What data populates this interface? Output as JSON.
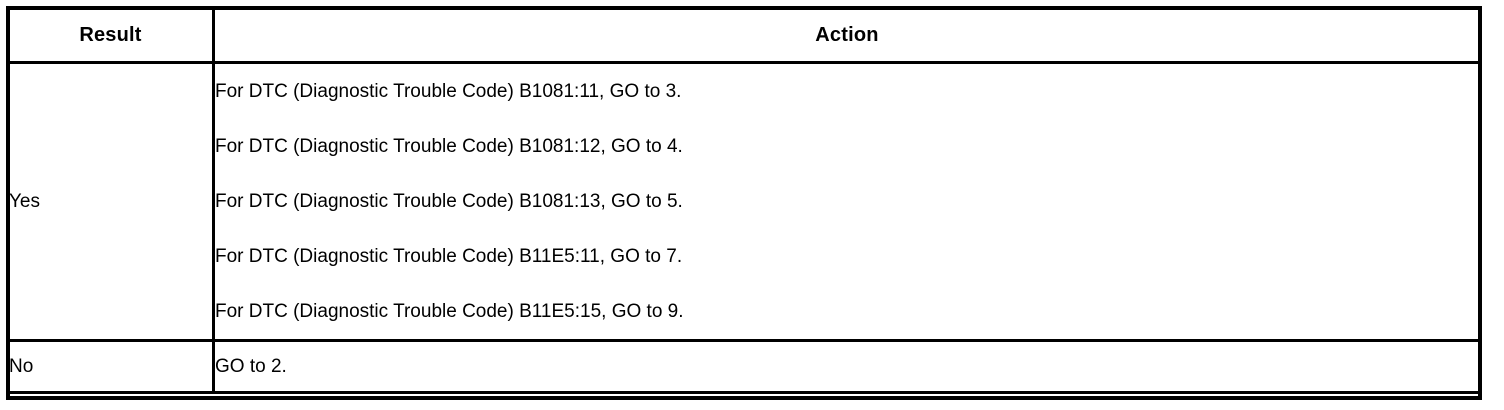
{
  "table": {
    "columns": [
      {
        "key": "result",
        "label": "Result",
        "align": "center"
      },
      {
        "key": "action",
        "label": "Action",
        "align": "center"
      }
    ],
    "rows": [
      {
        "result": "Yes",
        "action_lines": [
          "For DTC (Diagnostic Trouble Code) B1081:11, GO to 3.",
          "For DTC (Diagnostic Trouble Code) B1081:12, GO to 4.",
          "For DTC (Diagnostic Trouble Code) B1081:13, GO to 5.",
          "For DTC (Diagnostic Trouble Code) B11E5:11, GO to 7.",
          "For DTC (Diagnostic Trouble Code) B11E5:15, GO to 9."
        ]
      },
      {
        "result": "No",
        "action_lines": [
          "GO to 2."
        ]
      }
    ]
  },
  "colors": {
    "border": "#000000",
    "text": "#000000",
    "background": "#ffffff"
  }
}
